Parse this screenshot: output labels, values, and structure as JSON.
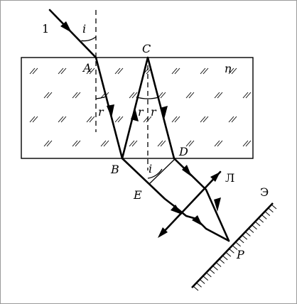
{
  "labels": {
    "ray": "1",
    "incidence_angle": "i",
    "refraction_angle": "r",
    "point_a": "A",
    "point_b": "B",
    "point_c": "C",
    "point_d": "D",
    "point_e": "E",
    "point_p": "P",
    "refractive_index": "n",
    "lens": "Л",
    "screen": "Э"
  },
  "colors": {
    "ink": "#000000",
    "background": "#ffffff"
  }
}
